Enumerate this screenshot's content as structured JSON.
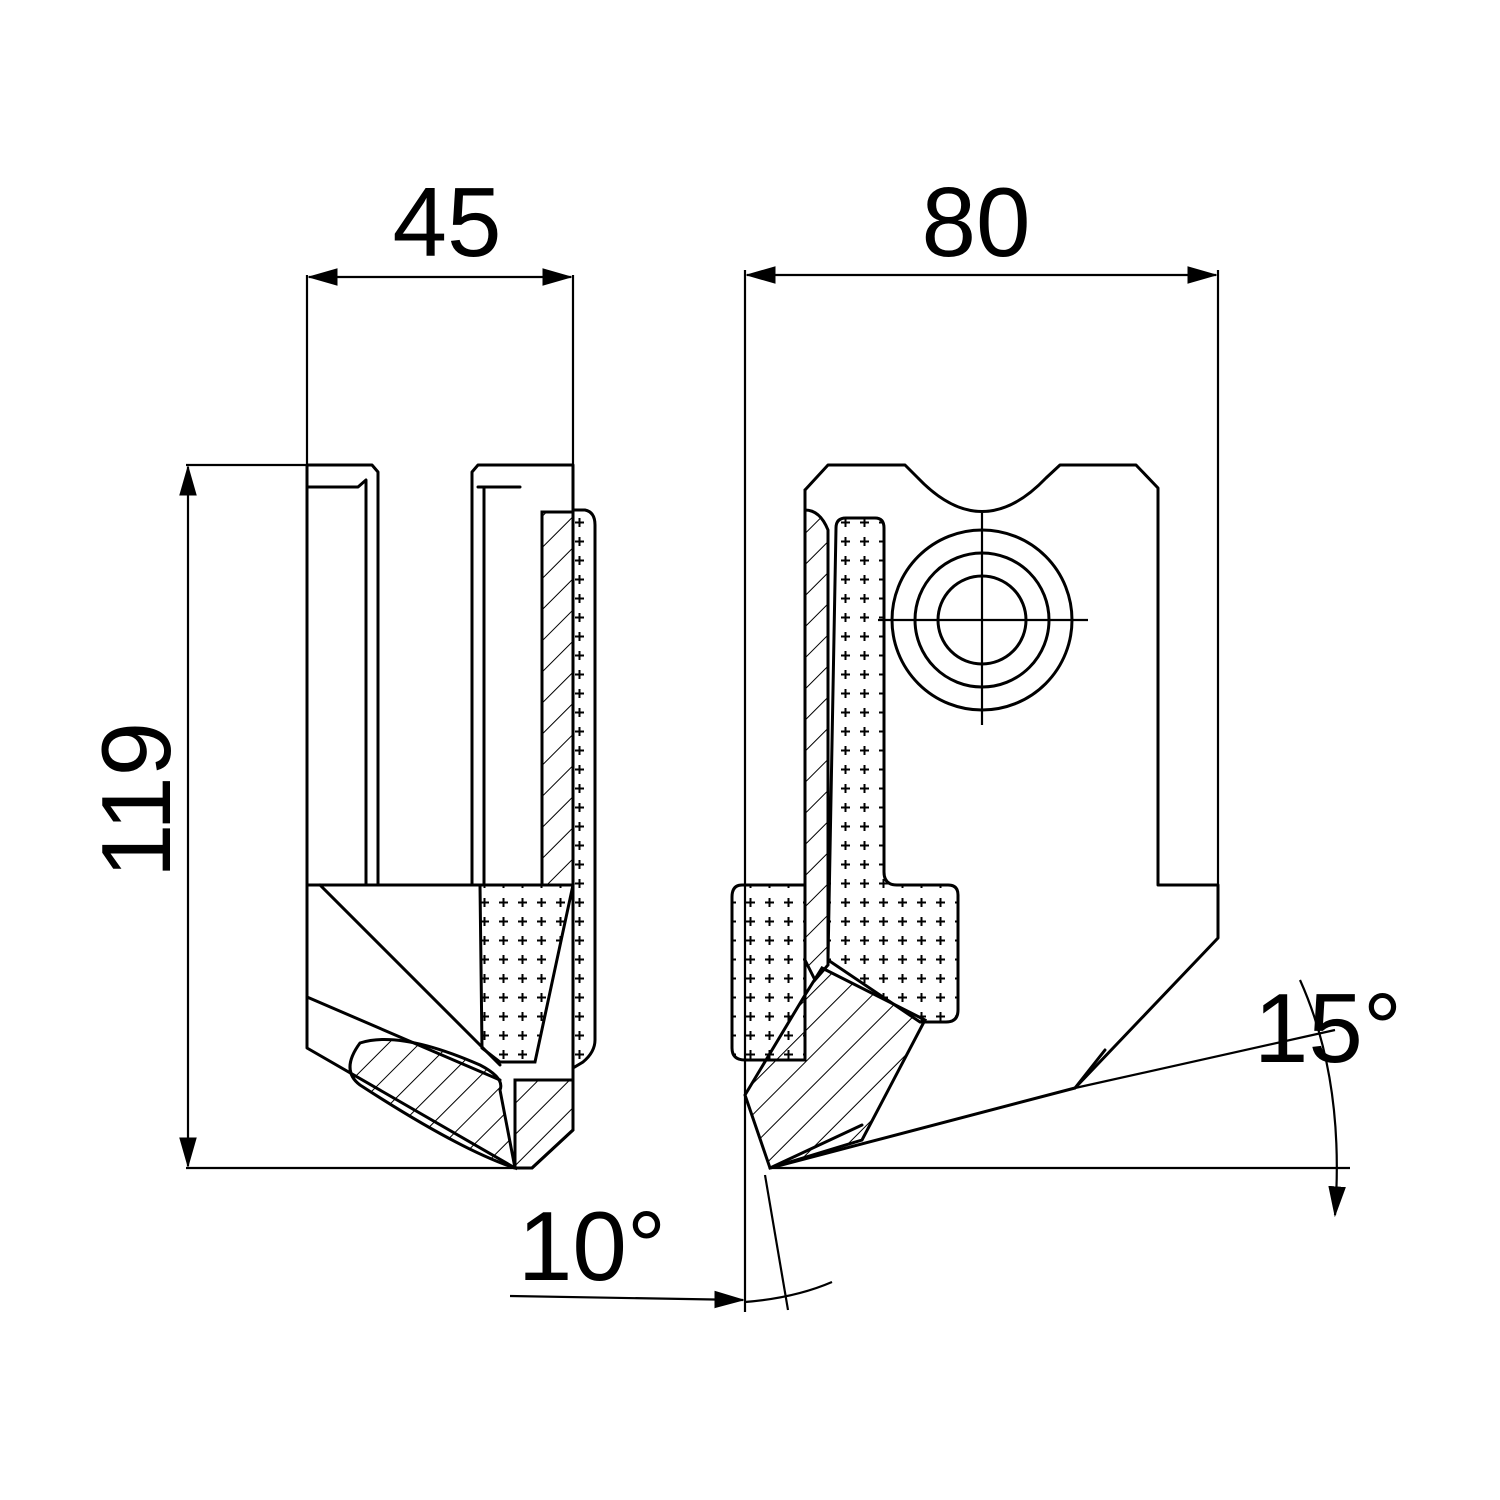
{
  "dimensions": {
    "width_left": "45",
    "width_right": "80",
    "height": "119",
    "angle_left": "10°",
    "angle_right": "15°"
  },
  "colors": {
    "line": "#000000",
    "background": "#ffffff"
  }
}
